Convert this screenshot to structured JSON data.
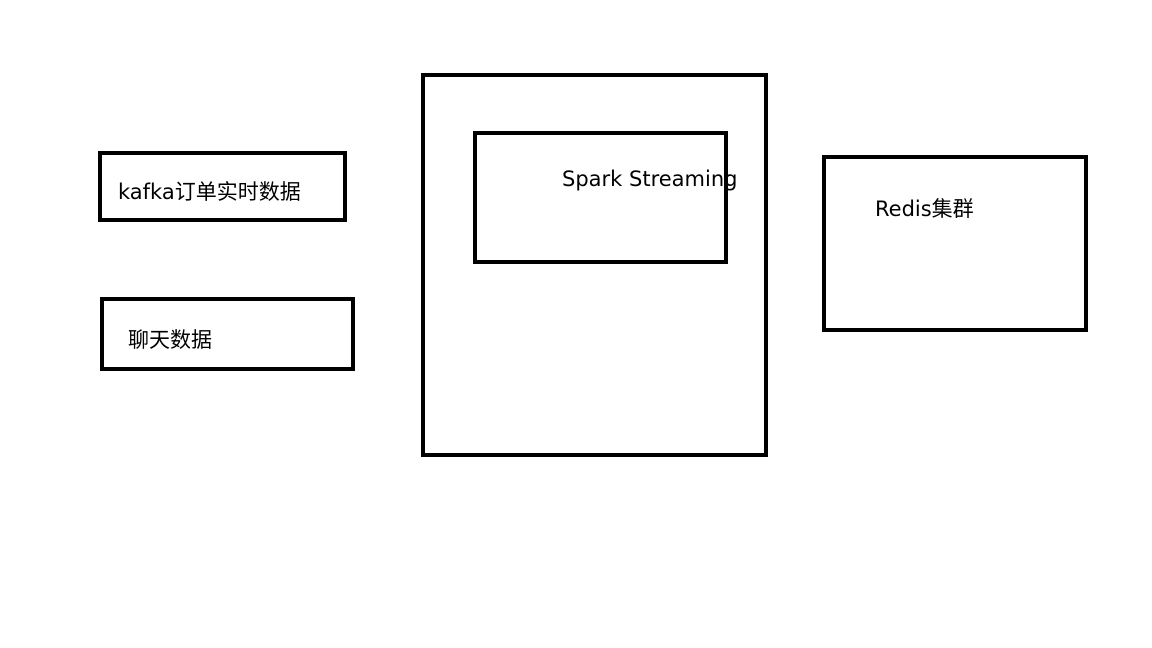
{
  "diagram": {
    "stroke_color": "#000000",
    "background_color": "#ffffff",
    "nodes": [
      {
        "id": "kafka",
        "label": "kafka订单实时数据"
      },
      {
        "id": "chat",
        "label": "聊天数据"
      },
      {
        "id": "spark_container",
        "label": ""
      },
      {
        "id": "spark_streaming",
        "label": "Spark Streaming"
      },
      {
        "id": "redis",
        "label": "Redis集群"
      }
    ]
  }
}
